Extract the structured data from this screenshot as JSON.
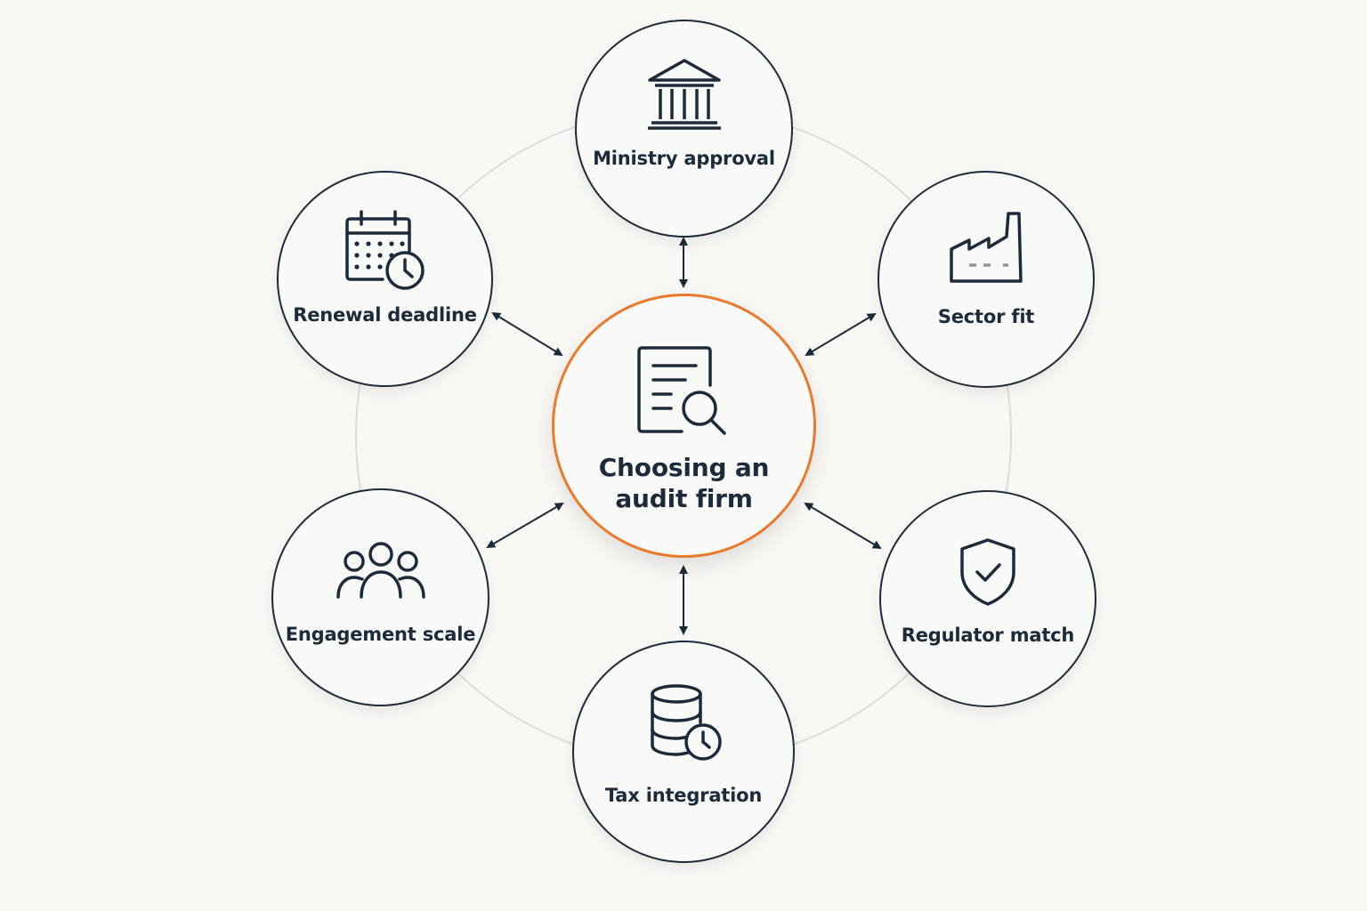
{
  "center": {
    "label": "Choosing an audit firm",
    "icon": "document-search-icon"
  },
  "nodes": [
    {
      "id": "ministry",
      "label": "Ministry approval",
      "icon": "government-building-icon"
    },
    {
      "id": "sector",
      "label": "Sector fit",
      "icon": "factory-icon"
    },
    {
      "id": "regulator",
      "label": "Regulator match",
      "icon": "shield-check-icon"
    },
    {
      "id": "tax",
      "label": "Tax integration",
      "icon": "database-clock-icon"
    },
    {
      "id": "engagement",
      "label": "Engagement scale",
      "icon": "people-group-icon"
    },
    {
      "id": "renewal",
      "label": "Renewal deadline",
      "icon": "calendar-clock-icon"
    }
  ],
  "colors": {
    "accent": "#e97a2d",
    "ink": "#1c2b3b",
    "ring": "#dcdcd8",
    "background": "#f8f7f4"
  }
}
